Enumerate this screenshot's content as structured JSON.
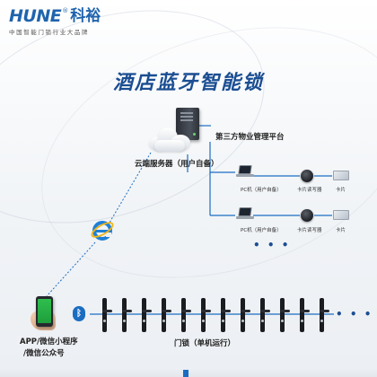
{
  "logo": {
    "brand_en": "HUNE",
    "reg": "®",
    "brand_cn": "科裕",
    "slogan": "中国智能门锁行业大品牌"
  },
  "title": "酒店蓝牙智能锁",
  "labels": {
    "cloud_server": "云端服务器（用户自备）",
    "third_party": "第三方物业管理平台",
    "pc": "PC机（用户自备）",
    "card_reader": "卡片读写器",
    "card": "卡片",
    "pc2": "PC机（用户自备）",
    "card_reader2": "卡片读写器",
    "card2": "卡片",
    "app_line1": "APP/微信小程序",
    "app_line2": "/微信公众号",
    "door_lock": "门锁（单机运行）",
    "bluetooth_symbol": "ᛒ"
  },
  "colors": {
    "brand": "#1f64ad",
    "title": "#1b4e92",
    "line": "#1b6dc1",
    "bluetooth": "#1b6dc1"
  },
  "icons": [
    "server-icon",
    "cloud-icon",
    "laptop-icon",
    "card-reader-icon",
    "card-icon",
    "ie-icon",
    "phone-icon",
    "bluetooth-icon",
    "door-lock-icon"
  ]
}
